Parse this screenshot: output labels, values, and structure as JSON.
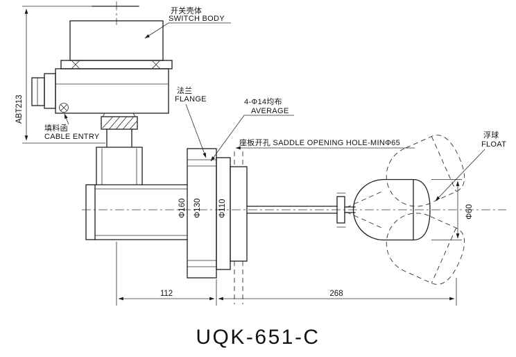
{
  "drawing": {
    "title": "UQK-651-C",
    "labels": {
      "switch_body_cn": "开关壳体",
      "switch_body_en": "SWITCH BODY",
      "cable_entry_cn": "填料函",
      "cable_entry_en": "CABLE ENTRY",
      "flange_cn": "法兰",
      "flange_en": "FLANGE",
      "bolt_holes_cn": "4-Φ14均布",
      "bolt_holes_en": "AVERAGE",
      "saddle_hole": "座板开孔 SADDLE OPENING HOLE-MINΦ65",
      "float_cn": "浮球",
      "float_en": "FLOAT"
    },
    "dimensions": {
      "overall_height": "ABT213",
      "flange_od": "Φ160",
      "bolt_circle": "Φ130",
      "pipe_od": "Φ110",
      "float_dia": "Φ60",
      "len_left": "112",
      "len_right": "268"
    }
  }
}
